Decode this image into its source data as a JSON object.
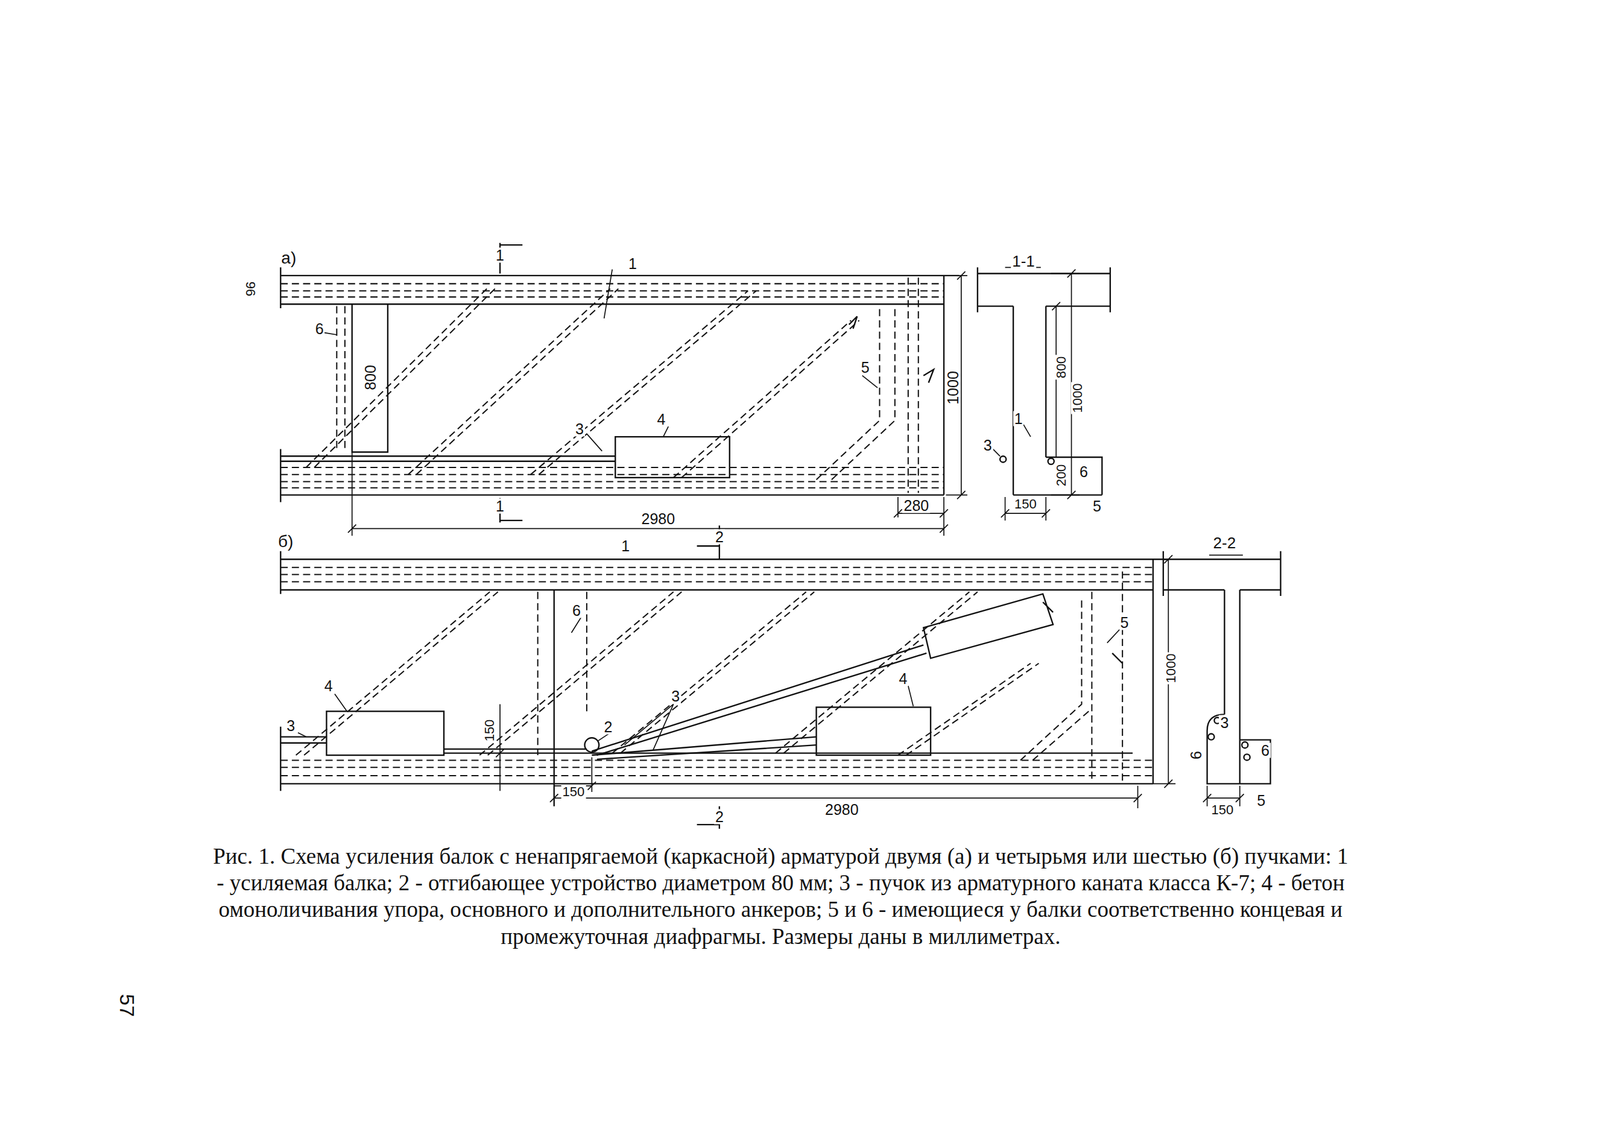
{
  "diagram": {
    "caption": "Рис. 1. Схема усиления балок с ненапрягаемой (каркасной) арматурой двумя (а) и четырьмя или шестью (б) пучками: 1 - усиляемая балка; 2 - отгибающее устройство диаметром 80 мм; 3 - пучок из арматурного каната класса К-7; 4 - бетон омоноличивания упора, основного и дополнительного анкеров; 5 и 6 - имеющиеся у балки соответственно концевая и промежуточная диафрагмы. Размеры даны в миллиметрах.",
    "labels": [
      "а)",
      "1",
      "1",
      "1",
      "6",
      "800",
      "5",
      "1000",
      "3",
      "4",
      "2980",
      "280",
      "96",
      "1-1",
      "1",
      "3",
      "800",
      "1000",
      "200",
      "6",
      "5",
      "150",
      "б)",
      "1",
      "2",
      "6",
      "5",
      "4",
      "3",
      "150",
      "2",
      "3",
      "4",
      "150",
      "2980",
      "2",
      "1000",
      "2-2",
      "3",
      "6",
      "6",
      "150",
      "5",
      "57"
    ]
  }
}
